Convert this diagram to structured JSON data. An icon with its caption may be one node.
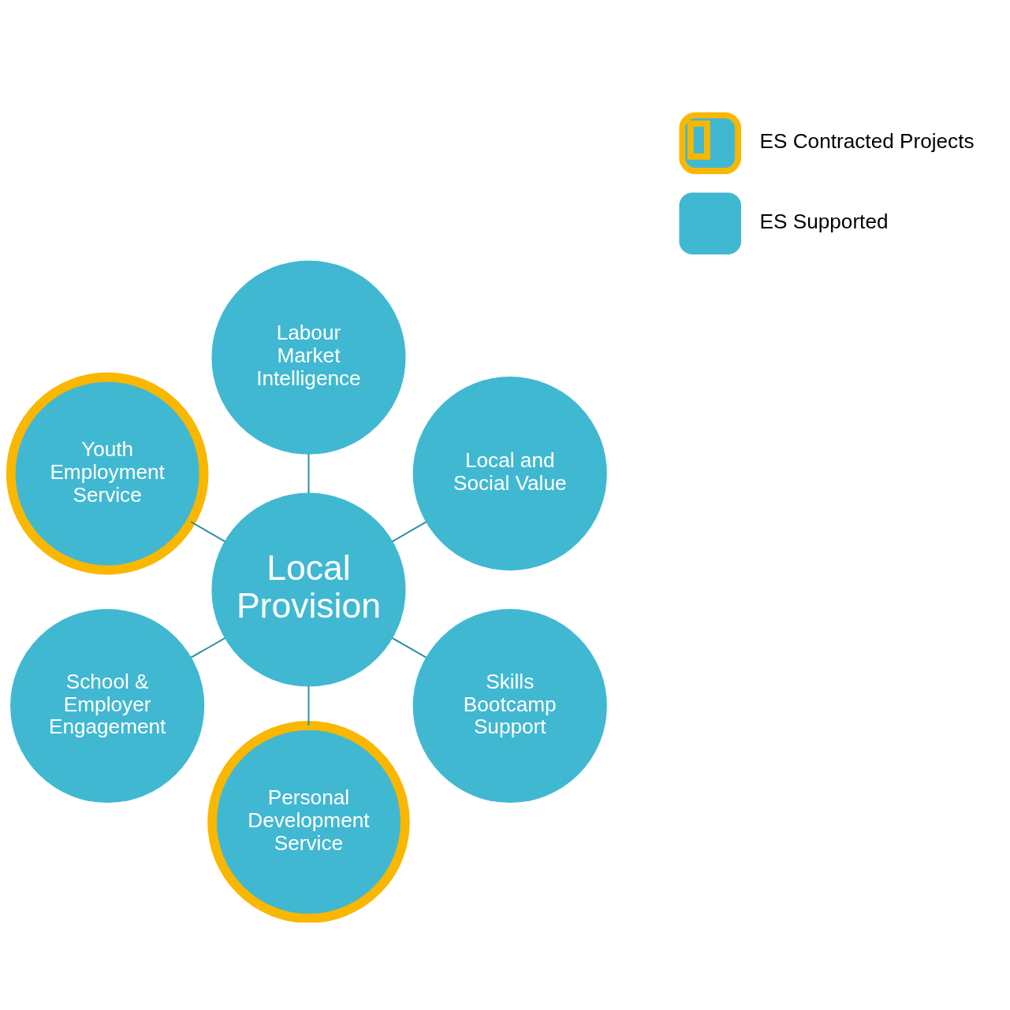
{
  "diagram": {
    "nodes": [
      {
        "text": [
          "Local Provision"
        ]
      },
      {
        "text": [
          "Local and Social Value"
        ]
      },
      {
        "text": [
          "Labour Market Intelligence"
        ]
      },
      {
        "text": [
          "Youth Employment Service"
        ]
      },
      {
        "text": [
          "School & Employer Engagement"
        ]
      },
      {
        "text": [
          "Personal Development Service"
        ]
      },
      {
        "text": [
          "Skills Bootcamp Support"
        ]
      }
    ],
    "edges": [
      {
        "from": 0,
        "to": 1,
        "arrow": "none"
      },
      {
        "from": 0,
        "to": 3,
        "arrow": "none"
      },
      {
        "from": 0,
        "to": 5,
        "arrow": "none"
      },
      {
        "from": 0,
        "to": 6,
        "arrow": "none"
      },
      {
        "from": 0,
        "to": 4,
        "arrow": "none"
      },
      {
        "from": 0,
        "to": 2,
        "arrow": "none"
      }
    ],
    "legend": [
      {
        "text": "ES Contracted Projects"
      },
      {
        "text": "ES Supported"
      }
    ]
  }
}
